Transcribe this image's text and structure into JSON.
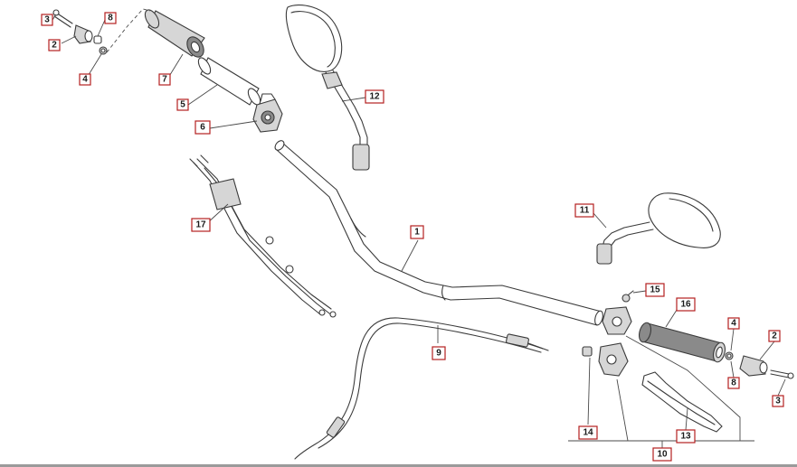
{
  "diagram": {
    "callouts": [
      {
        "id": "c3a",
        "label": "3"
      },
      {
        "id": "c8a",
        "label": "8"
      },
      {
        "id": "c2a",
        "label": "2"
      },
      {
        "id": "c4a",
        "label": "4"
      },
      {
        "id": "c7",
        "label": "7"
      },
      {
        "id": "c5",
        "label": "5"
      },
      {
        "id": "c6",
        "label": "6"
      },
      {
        "id": "c12",
        "label": "12"
      },
      {
        "id": "c17",
        "label": "17"
      },
      {
        "id": "c1",
        "label": "1"
      },
      {
        "id": "c11",
        "label": "11"
      },
      {
        "id": "c15",
        "label": "15"
      },
      {
        "id": "c16",
        "label": "16"
      },
      {
        "id": "c4b",
        "label": "4"
      },
      {
        "id": "c2b",
        "label": "2"
      },
      {
        "id": "c8b",
        "label": "8"
      },
      {
        "id": "c3b",
        "label": "3"
      },
      {
        "id": "c9",
        "label": "9"
      },
      {
        "id": "c14",
        "label": "14"
      },
      {
        "id": "c13",
        "label": "13"
      },
      {
        "id": "c10",
        "label": "10"
      }
    ]
  }
}
